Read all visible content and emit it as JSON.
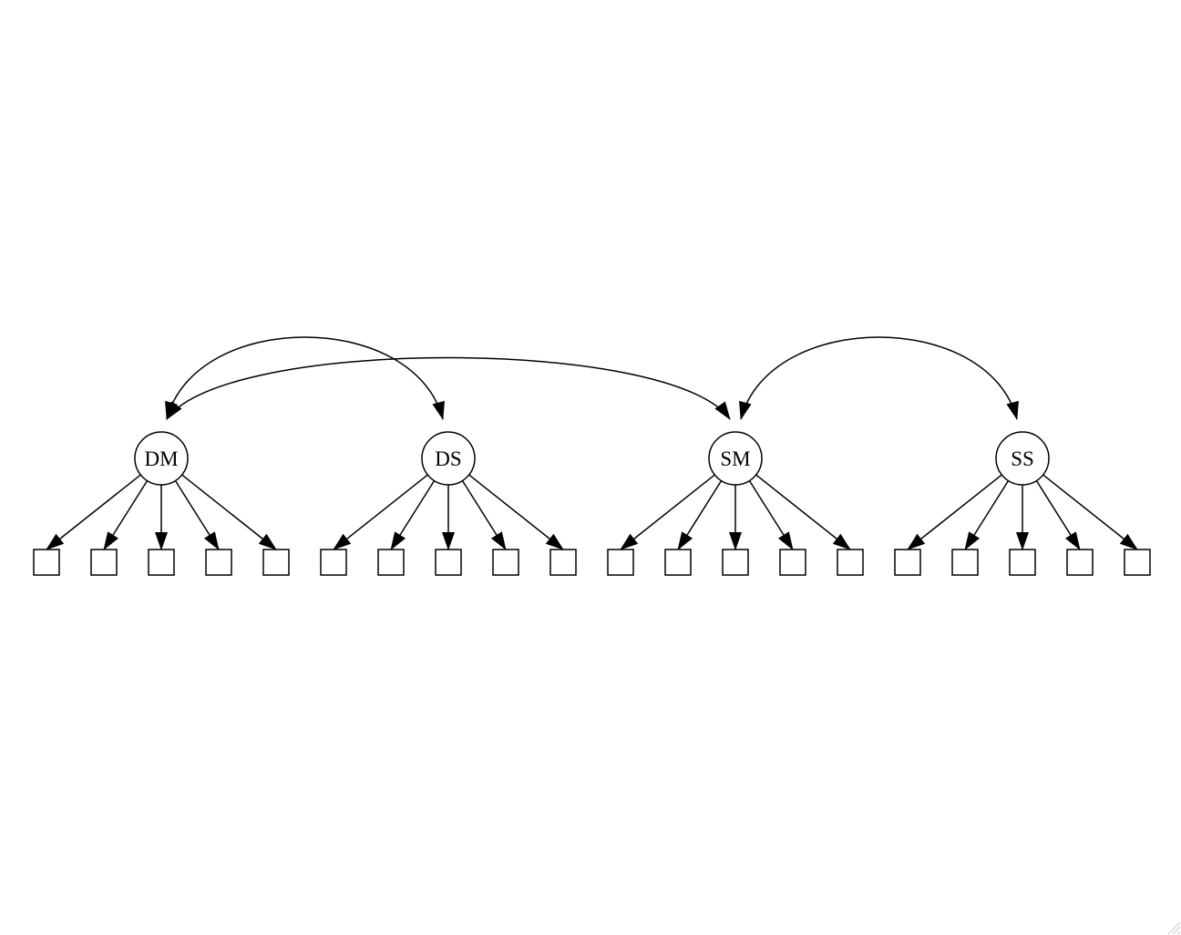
{
  "diagram": {
    "stroke_color": "#000000",
    "fill_color": "#ffffff",
    "latent_factors": [
      {
        "id": "DM",
        "label": "DM",
        "indicator_count": 5
      },
      {
        "id": "DS",
        "label": "DS",
        "indicator_count": 5
      },
      {
        "id": "SM",
        "label": "SM",
        "indicator_count": 5
      },
      {
        "id": "SS",
        "label": "SS",
        "indicator_count": 5
      }
    ],
    "covariances": [
      {
        "from": "DM",
        "to": "DS"
      },
      {
        "from": "DM",
        "to": "SM"
      },
      {
        "from": "SM",
        "to": "SS"
      }
    ]
  }
}
